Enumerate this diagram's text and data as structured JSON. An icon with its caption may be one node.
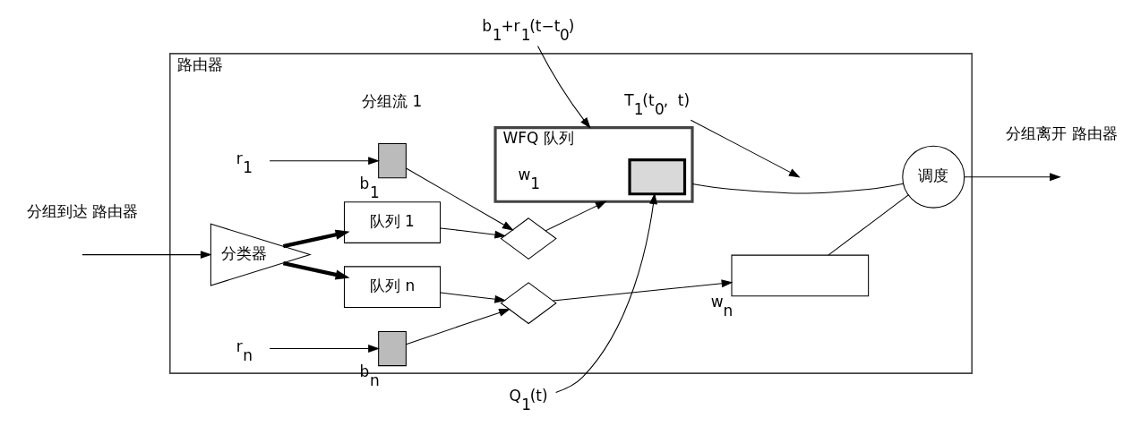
{
  "diagram": {
    "nodes": [
      {
        "text": [
          "b$_{1}$+r$_{1}$(t−t$_{0}$)"
        ]
      },
      {
        "text": [
          "Q$_{1}$(t)"
        ]
      },
      {
        "text": [
          "路由器"
        ]
      },
      {
        "text": [
          "T$_{1}$(t$_{0}$,  t)"
        ],
        "in": 2
      },
      {
        "text": [
          "r$_{1}$"
        ],
        "in": 2
      },
      {
        "text": [],
        "shape": "box",
        "beside": [
          "b$_{1}$"
        ],
        "in": 2
      },
      {
        "text": [
          "分类器"
        ],
        "in": 2
      },
      {
        "text": [
          "队列 1"
        ],
        "in": 2
      },
      {
        "text": [],
        "shape": "diamond",
        "in": 2
      },
      {
        "text": [
          "WFQ 队列"
        ],
        "beside": [
          "w$_{1}$"
        ],
        "in": 2
      },
      {
        "text": [],
        "shape": "box",
        "in": 9
      },
      {
        "text": [
          "r$_{n}$"
        ],
        "in": 2
      },
      {
        "text": [],
        "shape": "box",
        "beside": [
          "b$_{n}$"
        ],
        "in": 2
      },
      {
        "text": [
          "队列 n"
        ],
        "in": 2
      },
      {
        "text": [],
        "shape": "diamond",
        "in": 2
      },
      {
        "text": [],
        "shape": "box",
        "beside": [
          "w$_{n}$"
        ],
        "in": 2
      },
      {
        "text": [
          "调度"
        ],
        "in": 2
      }
    ],
    "edges": [
      {
        "from": null,
        "to": 6,
        "arrow": "to"
      },
      {
        "from": 6,
        "to": 7,
        "arrow": "to",
        "style": "thick"
      },
      {
        "from": 6,
        "to": 13,
        "arrow": "to",
        "style": "thick"
      },
      {
        "from": 4,
        "to": 5,
        "arrow": "to"
      },
      {
        "from": 5,
        "to": 8,
        "arrow": "to"
      },
      {
        "from": 7,
        "to": 8,
        "arrow": "to"
      },
      {
        "from": 8,
        "to": 9,
        "arrow": "to"
      },
      {
        "from": 11,
        "to": 12,
        "arrow": "to"
      },
      {
        "from": 12,
        "to": 14,
        "arrow": "to"
      },
      {
        "from": 13,
        "to": 14,
        "arrow": "to"
      },
      {
        "from": 14,
        "to": 15,
        "arrow": "to"
      },
      {
        "from": 9,
        "to": 16,
        "arrow": "none"
      },
      {
        "from": 15,
        "to": 16,
        "arrow": "none"
      },
      {
        "from": 16,
        "to": null,
        "arrow": "to"
      },
      {
        "from": 0,
        "to": 9,
        "arrow": "to"
      },
      {
        "from": 1,
        "to": 10,
        "arrow": "to"
      },
      {
        "from": 3,
        "to": null,
        "arrow": "to"
      }
    ],
    "labels": [
      "分组到达 路由器",
      "分组流 1",
      "分组离开 路由器"
    ]
  }
}
